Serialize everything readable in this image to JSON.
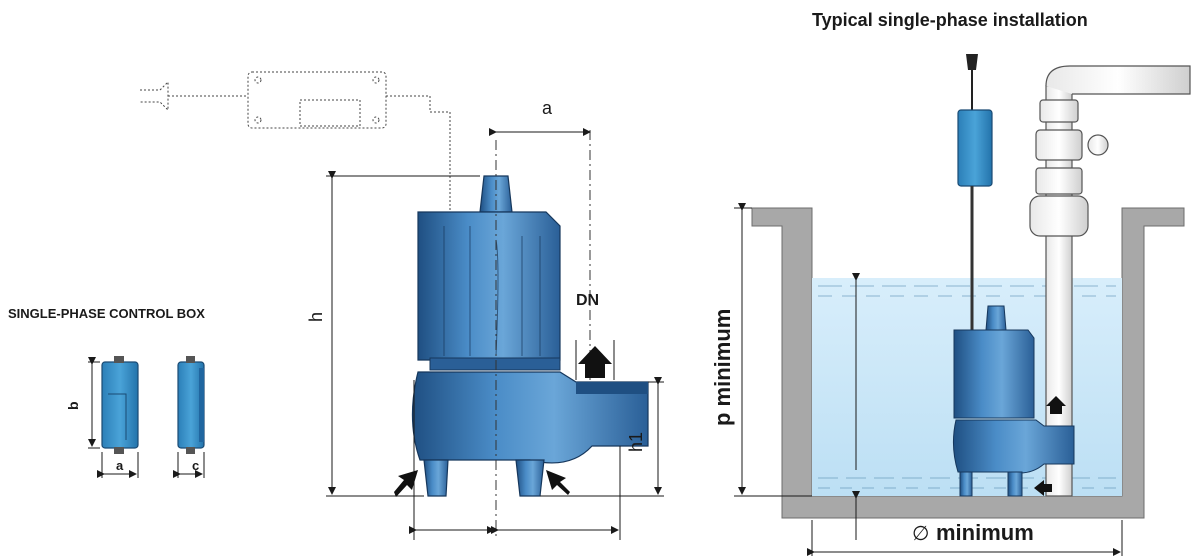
{
  "installation": {
    "title": "Typical single-phase installation",
    "depth_label": "p minimum",
    "width_label": "minimum",
    "diameter_symbol": "∅"
  },
  "control_box": {
    "title": "SINGLE-PHASE CONTROL BOX",
    "dim_a": "a",
    "dim_b": "b",
    "dim_c": "c"
  },
  "pump_dimensions": {
    "a": "a",
    "h": "h",
    "h1": "h1",
    "dn": "DN"
  },
  "colors": {
    "pump_blue": "#3a79b3",
    "pump_dark": "#1f4f82",
    "water": "#cfe8f7",
    "concrete": "#a8a8a8"
  }
}
